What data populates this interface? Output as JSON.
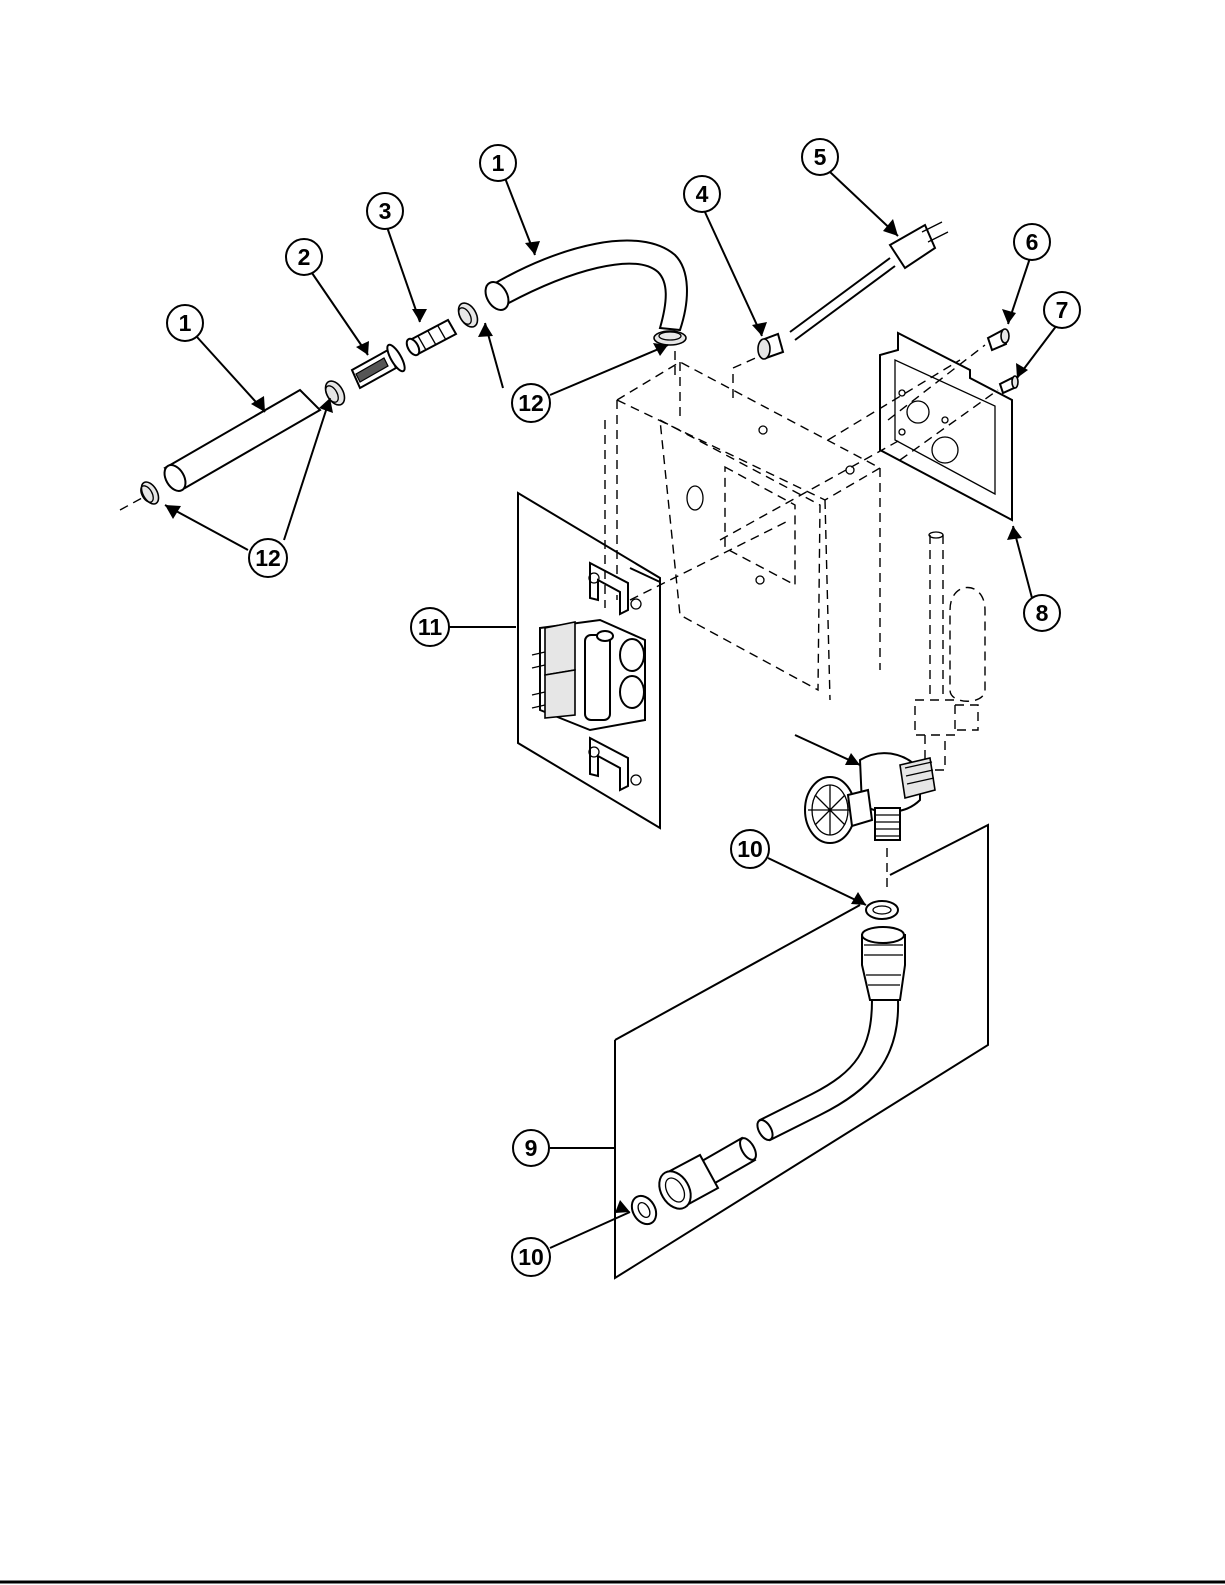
{
  "diagram": {
    "callouts": [
      "1",
      "1",
      "2",
      "3",
      "4",
      "5",
      "6",
      "7",
      "8",
      "9",
      "10",
      "10",
      "11",
      "12",
      "12",
      "12"
    ]
  },
  "colors": {
    "ink": "#000000",
    "paper": "#ffffff",
    "shade": "#e6e6e6"
  }
}
